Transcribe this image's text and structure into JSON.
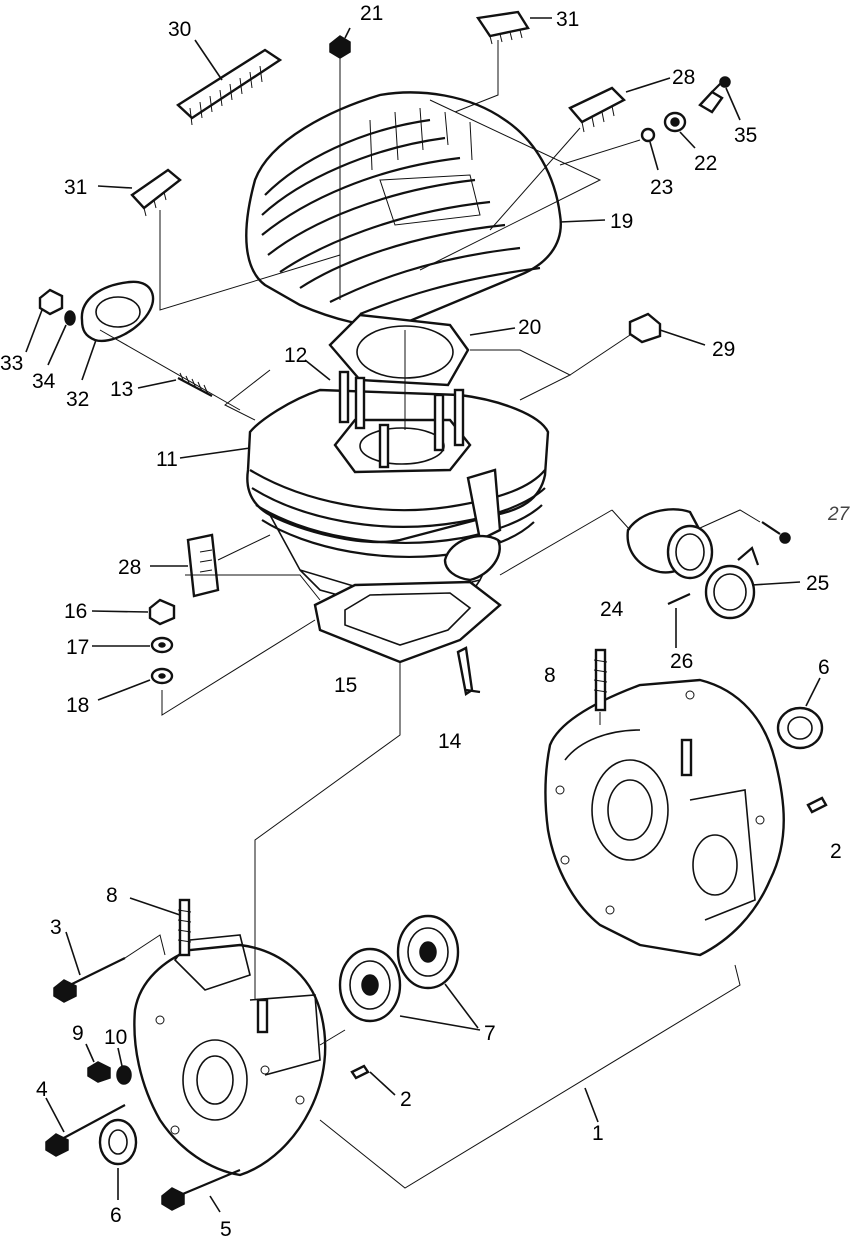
{
  "diagram": {
    "kind": "exploded parts diagram",
    "line_color": "#111111",
    "background": "#ffffff",
    "callouts": [
      "30",
      "21",
      "31",
      "28",
      "35",
      "22",
      "23",
      "31",
      "19",
      "33",
      "34",
      "32",
      "20",
      "29",
      "12",
      "13",
      "11",
      "27",
      "25",
      "24",
      "28",
      "16",
      "17",
      "18",
      "15",
      "14",
      "26",
      "8",
      "6",
      "2",
      "8",
      "3",
      "7",
      "9",
      "10",
      "4",
      "2",
      "1",
      "6",
      "5"
    ]
  }
}
